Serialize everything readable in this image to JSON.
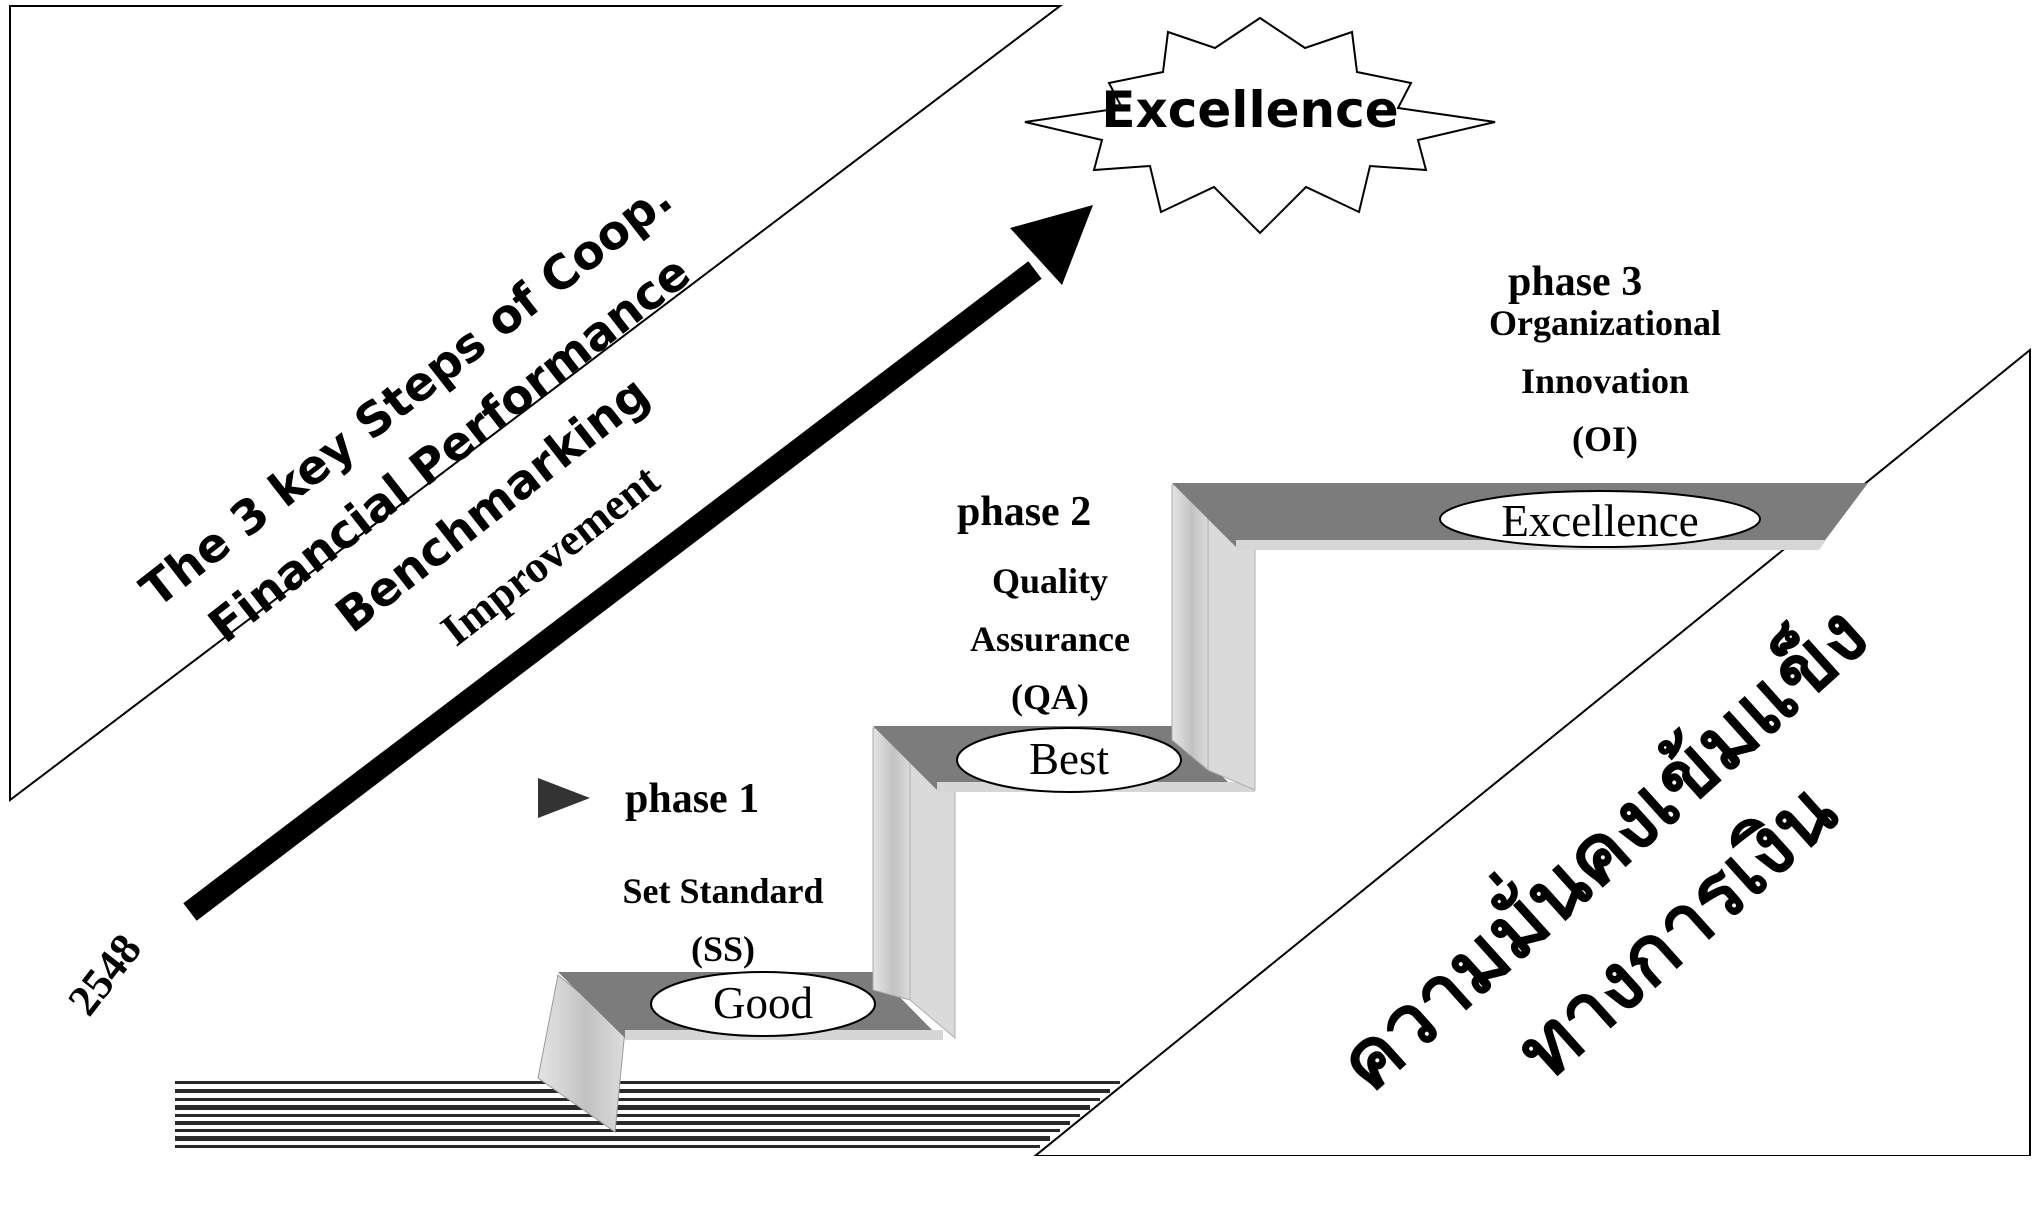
{
  "title": "The 3 key Steps of Coop. Financial Performance Benchmarking",
  "improvement_label": "Improvement",
  "start_year": "2548",
  "goal_label": "Excellence",
  "thai_caption_line1": "ความมั่นคงเข้มแข็ง",
  "thai_caption_line2": "ทางการเงิน",
  "phases": [
    {
      "heading": "phase 1",
      "name": "Set Standard",
      "abbr": "(SS)",
      "level": "Good"
    },
    {
      "heading": "phase 2",
      "name_line1": "Quality",
      "name_line2": "Assurance",
      "abbr": "(QA)",
      "level": "Best"
    },
    {
      "heading": "phase 3",
      "name_line1": "Organizational",
      "name_line2": "Innovation",
      "abbr": "(OI)",
      "level": "Excellence"
    }
  ]
}
